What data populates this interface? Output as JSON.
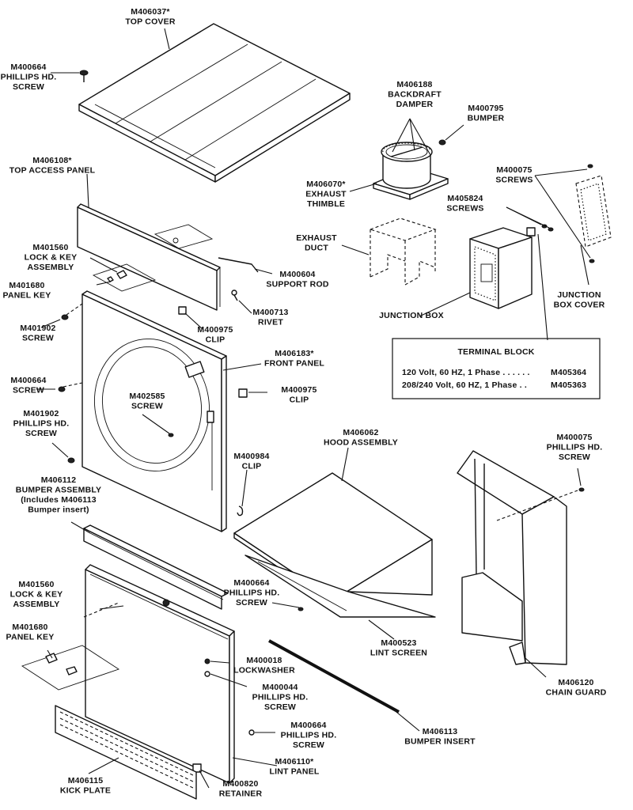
{
  "labels": [
    {
      "id": "top-cover-part",
      "lines": [
        "M406037*",
        "TOP COVER"
      ]
    },
    {
      "id": "top-screw-part",
      "lines": [
        "M400664",
        "PHILLIPS HD.",
        "SCREW"
      ]
    },
    {
      "id": "backdraft-damper-part",
      "lines": [
        "M406188",
        "BACKDRAFT",
        "DAMPER"
      ]
    },
    {
      "id": "bumper-part",
      "lines": [
        "M400795",
        "BUMPER"
      ]
    },
    {
      "id": "top-access-panel-part",
      "lines": [
        "M406108*",
        "TOP ACCESS PANEL"
      ]
    },
    {
      "id": "exhaust-thimble-part",
      "lines": [
        "M406070*",
        "EXHAUST",
        "THIMBLE"
      ]
    },
    {
      "id": "junction-box-cover-screws-part",
      "lines": [
        "M400075",
        "SCREWS"
      ]
    },
    {
      "id": "junction-box-screws-part",
      "lines": [
        "M405824",
        "SCREWS"
      ]
    },
    {
      "id": "lock-key-upper-part",
      "lines": [
        "M401560",
        "LOCK & KEY",
        "ASSEMBLY"
      ]
    },
    {
      "id": "exhaust-duct-part",
      "lines": [
        "EXHAUST",
        "DUCT"
      ]
    },
    {
      "id": "panel-key-upper-part",
      "lines": [
        "M401680",
        "PANEL KEY"
      ]
    },
    {
      "id": "support-rod-part",
      "lines": [
        "M400604",
        "SUPPORT ROD"
      ]
    },
    {
      "id": "rivet-part",
      "lines": [
        "M400713",
        "RIVET"
      ]
    },
    {
      "id": "junction-box-part",
      "lines": [
        "JUNCTION BOX"
      ]
    },
    {
      "id": "junction-box-cover-part",
      "lines": [
        "JUNCTION",
        "BOX COVER"
      ]
    },
    {
      "id": "front-screw-part",
      "lines": [
        "M401902",
        "SCREW"
      ]
    },
    {
      "id": "clip-upper-part",
      "lines": [
        "M400975",
        "CLIP"
      ]
    },
    {
      "id": "front-panel-part",
      "lines": [
        "M406183*",
        "FRONT PANEL"
      ]
    },
    {
      "id": "side-screw-part",
      "lines": [
        "M400664",
        "SCREW"
      ]
    },
    {
      "id": "door-screw-part",
      "lines": [
        "M402585",
        "SCREW"
      ]
    },
    {
      "id": "clip-right-part",
      "lines": [
        "M400975",
        "CLIP"
      ]
    },
    {
      "id": "lower-phillips-part",
      "lines": [
        "M401902",
        "PHILLIPS HD.",
        "SCREW"
      ]
    },
    {
      "id": "hood-assembly-part",
      "lines": [
        "M406062",
        "HOOD ASSEMBLY"
      ]
    },
    {
      "id": "chain-guard-screw-part",
      "lines": [
        "M400075",
        "PHILLIPS HD.",
        "SCREW"
      ]
    },
    {
      "id": "clip-lower-part",
      "lines": [
        "M400984",
        "CLIP"
      ]
    },
    {
      "id": "bumper-assembly-part",
      "lines": [
        "M406112",
        "BUMPER ASSEMBLY",
        "(Includes M406113",
        "Bumper insert)"
      ]
    },
    {
      "id": "lock-key-lower-part",
      "lines": [
        "M401560",
        "LOCK & KEY",
        "ASSEMBLY"
      ]
    },
    {
      "id": "hood-screw-part",
      "lines": [
        "M400664",
        "PHILLIPS HD.",
        "SCREW"
      ]
    },
    {
      "id": "lint-screen-part",
      "lines": [
        "M400523",
        "LINT SCREEN"
      ]
    },
    {
      "id": "panel-key-lower-part",
      "lines": [
        "M401680",
        "PANEL KEY"
      ]
    },
    {
      "id": "lockwasher-part",
      "lines": [
        "M400018",
        "LOCKWASHER"
      ]
    },
    {
      "id": "lint-phillips-part",
      "lines": [
        "M400044",
        "PHILLIPS HD.",
        "SCREW"
      ]
    },
    {
      "id": "chain-guard-part",
      "lines": [
        "M406120",
        "CHAIN GUARD"
      ]
    },
    {
      "id": "lint-panel-screw-part",
      "lines": [
        "M400664",
        "PHILLIPS HD.",
        "SCREW"
      ]
    },
    {
      "id": "bumper-insert-part",
      "lines": [
        "M406113",
        "BUMPER INSERT"
      ]
    },
    {
      "id": "lint-panel-part",
      "lines": [
        "M406110*",
        "LINT PANEL"
      ]
    },
    {
      "id": "kick-plate-part",
      "lines": [
        "M406115",
        "KICK PLATE"
      ]
    },
    {
      "id": "retainer-part",
      "lines": [
        "M400820",
        "RETAINER"
      ]
    }
  ],
  "terminal_block": {
    "title": "TERMINAL BLOCK",
    "rows": [
      {
        "spec": "120 Volt, 60 HZ, 1 Phase . . . . . .",
        "part": "M405364"
      },
      {
        "spec": "208/240 Volt, 60 HZ, 1 Phase . .",
        "part": "M405363"
      }
    ]
  }
}
